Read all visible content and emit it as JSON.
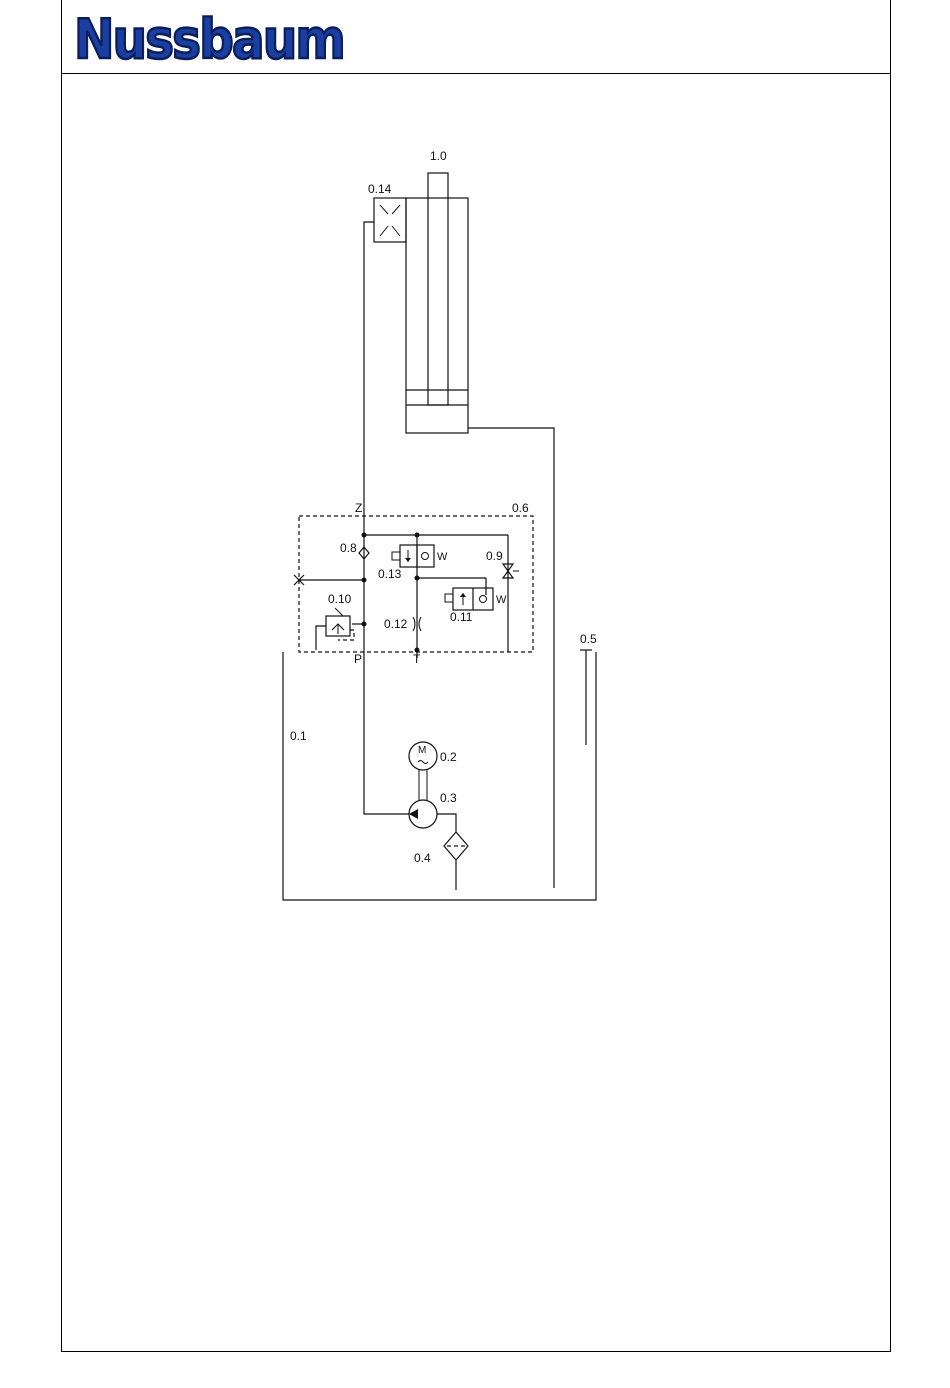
{
  "logo": {
    "text": "Nussbaum",
    "colors": {
      "fill": "#1a3fa0",
      "outline": "#0a1e5c"
    }
  },
  "diagram": {
    "labels": {
      "cylinder": "1.0",
      "valve_0_14": "0.14",
      "block": "0.6",
      "port_z": "Z",
      "valve_0_8": "0.8",
      "valve_0_13": "0.13",
      "valve_0_9": "0.9",
      "valve_0_10": "0.10",
      "valve_0_11": "0.11",
      "throttle_0_12": "0.12",
      "port_p": "P",
      "port_t": "T",
      "tank_0_5": "0.5",
      "tank_0_1": "0.1",
      "motor_0_2": "0.2",
      "motor_symbol": "M",
      "pump_0_3": "0.3",
      "filter_0_4": "0.4"
    }
  }
}
